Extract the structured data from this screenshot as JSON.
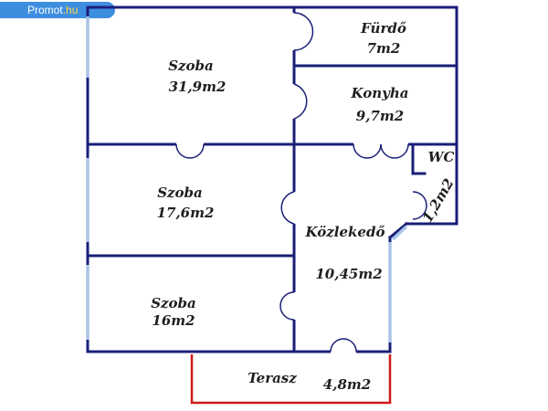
{
  "watermark": {
    "brand": "Promot",
    "tld": ".hu"
  },
  "rooms": [
    {
      "id": "furdo",
      "name": "Fürdő",
      "area": "7m2"
    },
    {
      "id": "szoba1",
      "name": "Szoba",
      "area": "31,9m2"
    },
    {
      "id": "konyha",
      "name": "Konyha",
      "area": "9,7m2"
    },
    {
      "id": "wc",
      "name": "WC",
      "area": "1,2m2"
    },
    {
      "id": "szoba2",
      "name": "Szoba",
      "area": "17,6m2"
    },
    {
      "id": "kozlekedo",
      "name": "Közlekedő",
      "area": "10,45m2"
    },
    {
      "id": "szoba3",
      "name": "Szoba",
      "area": "16m2"
    },
    {
      "id": "terasz",
      "name": "Terasz",
      "area": "4,8m2"
    }
  ],
  "colors": {
    "wall": "#1a1f78",
    "window": "#a9c4e6",
    "terrace": "#d01818",
    "watermark": "#3e8ee0"
  }
}
